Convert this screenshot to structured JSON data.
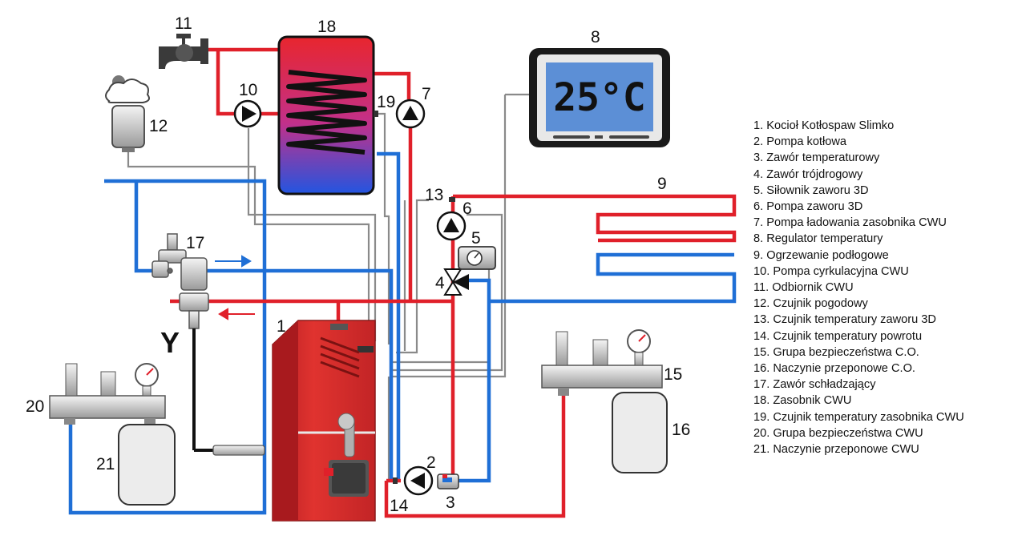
{
  "labels": {
    "n1": "1",
    "n2": "2",
    "n3": "3",
    "n4": "4",
    "n5": "5",
    "n6": "6",
    "n7": "7",
    "n8": "8",
    "n9": "9",
    "n10": "10",
    "n11": "11",
    "n12": "12",
    "n13": "13",
    "n14": "14",
    "n15": "15",
    "n16": "16",
    "n17": "17",
    "n18": "18",
    "n19": "19",
    "n20": "20",
    "n21": "21"
  },
  "thermostat": {
    "display": "25°C"
  },
  "valve_17": {
    "outlet_letter": "Y"
  },
  "legend": [
    "1. Kocioł Kotłospaw Slimko",
    "2. Pompa kotłowa",
    "3. Zawór temperaturowy",
    "4. Zawór trójdrogowy",
    "5. Siłownik zaworu 3D",
    "6. Pompa zaworu 3D",
    "7. Pompa ładowania zasobnika CWU",
    "8. Regulator temperatury",
    "9. Ogrzewanie podłogowe",
    "10. Pompa cyrkulacyjna CWU",
    "11. Odbiornik CWU",
    "12. Czujnik pogodowy",
    "13. Czujnik temperatury zaworu 3D",
    "14. Czujnik temperatury powrotu",
    "15. Grupa bezpieczeństwa C.O.",
    "16. Naczynie przeponowe C.O.",
    "17. Zawór schładzający",
    "18. Zasobnik CWU",
    "19. Czujnik temperatury zasobnika CWU",
    "20. Grupa bezpieczeństwa CWU",
    "21. Naczynie przeponowe CWU"
  ],
  "colors": {
    "hot_pipe": "#e0202a",
    "cold_pipe": "#1f6fd6",
    "signal_wire": "#8a8a8a",
    "boiler": "#d42a2a",
    "screen": "#5c8fd6"
  }
}
